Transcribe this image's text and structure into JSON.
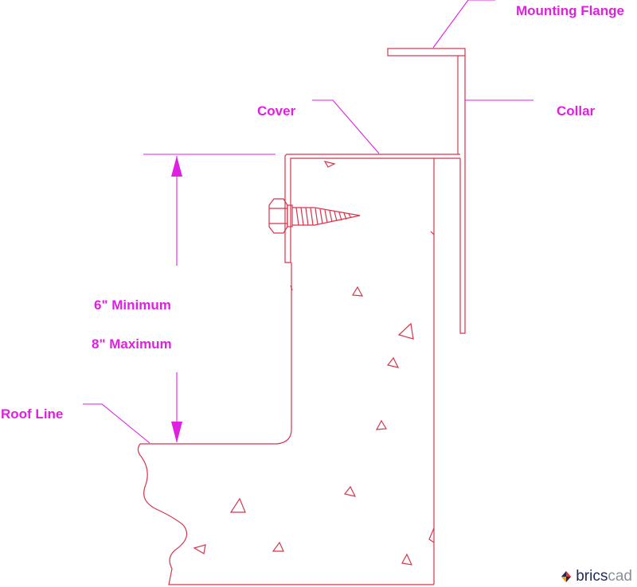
{
  "labels": {
    "mounting_flange": "Mounting Flange",
    "collar": "Collar",
    "cover": "Cover",
    "min_height": "6\" Minimum",
    "max_height": "8\" Maximum",
    "roof_line": "Roof Line"
  },
  "brand": {
    "part1": "brics",
    "part2": "cad"
  },
  "colors": {
    "drawing_lines": "#d8344a",
    "annotations": "#e020e0",
    "background": "#ffffff"
  }
}
